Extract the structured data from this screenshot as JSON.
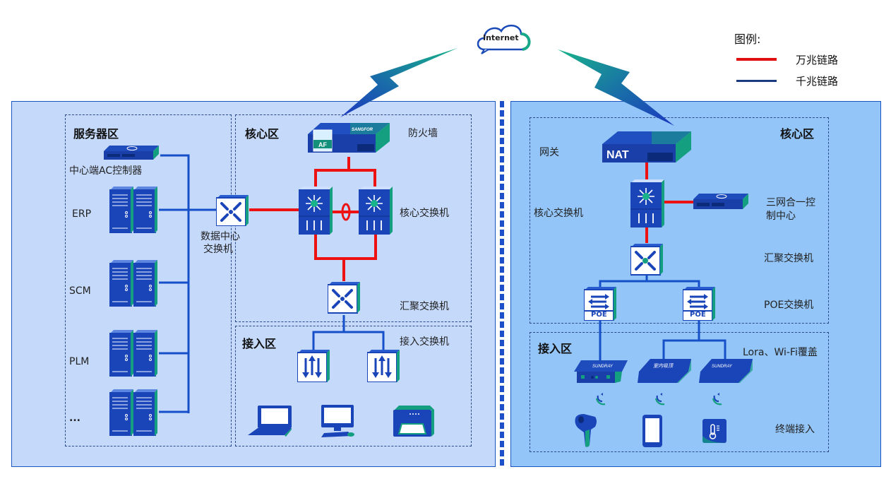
{
  "internet": {
    "label": "Internet"
  },
  "legend": {
    "title": "图例:",
    "items": [
      {
        "label": "万兆链路",
        "color": "#e01010"
      },
      {
        "label": "千兆链路",
        "color": "#1a3a80"
      }
    ]
  },
  "left": {
    "server_zone": {
      "title": "服务器区",
      "ac_controller": "中心端AC控制器",
      "servers": [
        "ERP",
        "SCM",
        "PLM",
        "..."
      ],
      "dc_switch": "数据中心\n交换机",
      "dc_switch_line1": "数据中心",
      "dc_switch_line2": "交换机"
    },
    "core_zone": {
      "title": "核心区",
      "firewall": "防火墙",
      "firewall_brand": "SANGFOR",
      "firewall_badge": "AF",
      "core_switch": "核心交换机",
      "agg_switch": "汇聚交换机"
    },
    "access_zone": {
      "title": "接入区",
      "access_switch": "接入交换机",
      "terminals": [
        "laptop",
        "desktop",
        "printer"
      ]
    }
  },
  "right": {
    "core_zone": {
      "title": "核心区",
      "gateway": "网关",
      "nat_label": "NAT",
      "core_switch": "核心交换机",
      "control_center_line1": "三网合一控",
      "control_center_line2": "制中心",
      "agg_switch": "汇聚交换机",
      "poe_switch": "POE交换机",
      "poe_badge": "POE"
    },
    "access_zone": {
      "title": "接入区",
      "coverage": "Lora、Wi-Fi覆盖",
      "ap_brand": "SUNDRAY",
      "ap_brand_cn": "室内吸顶",
      "terminal_access": "终端接入",
      "terminals": [
        "barcode-scanner",
        "mobile-phone",
        "thermometer-sensor"
      ]
    }
  },
  "colors": {
    "ten_gig": "#e01010",
    "gig": "#1550c8",
    "device_blue": "#1a3fa8",
    "accent_green": "#12a67a"
  }
}
